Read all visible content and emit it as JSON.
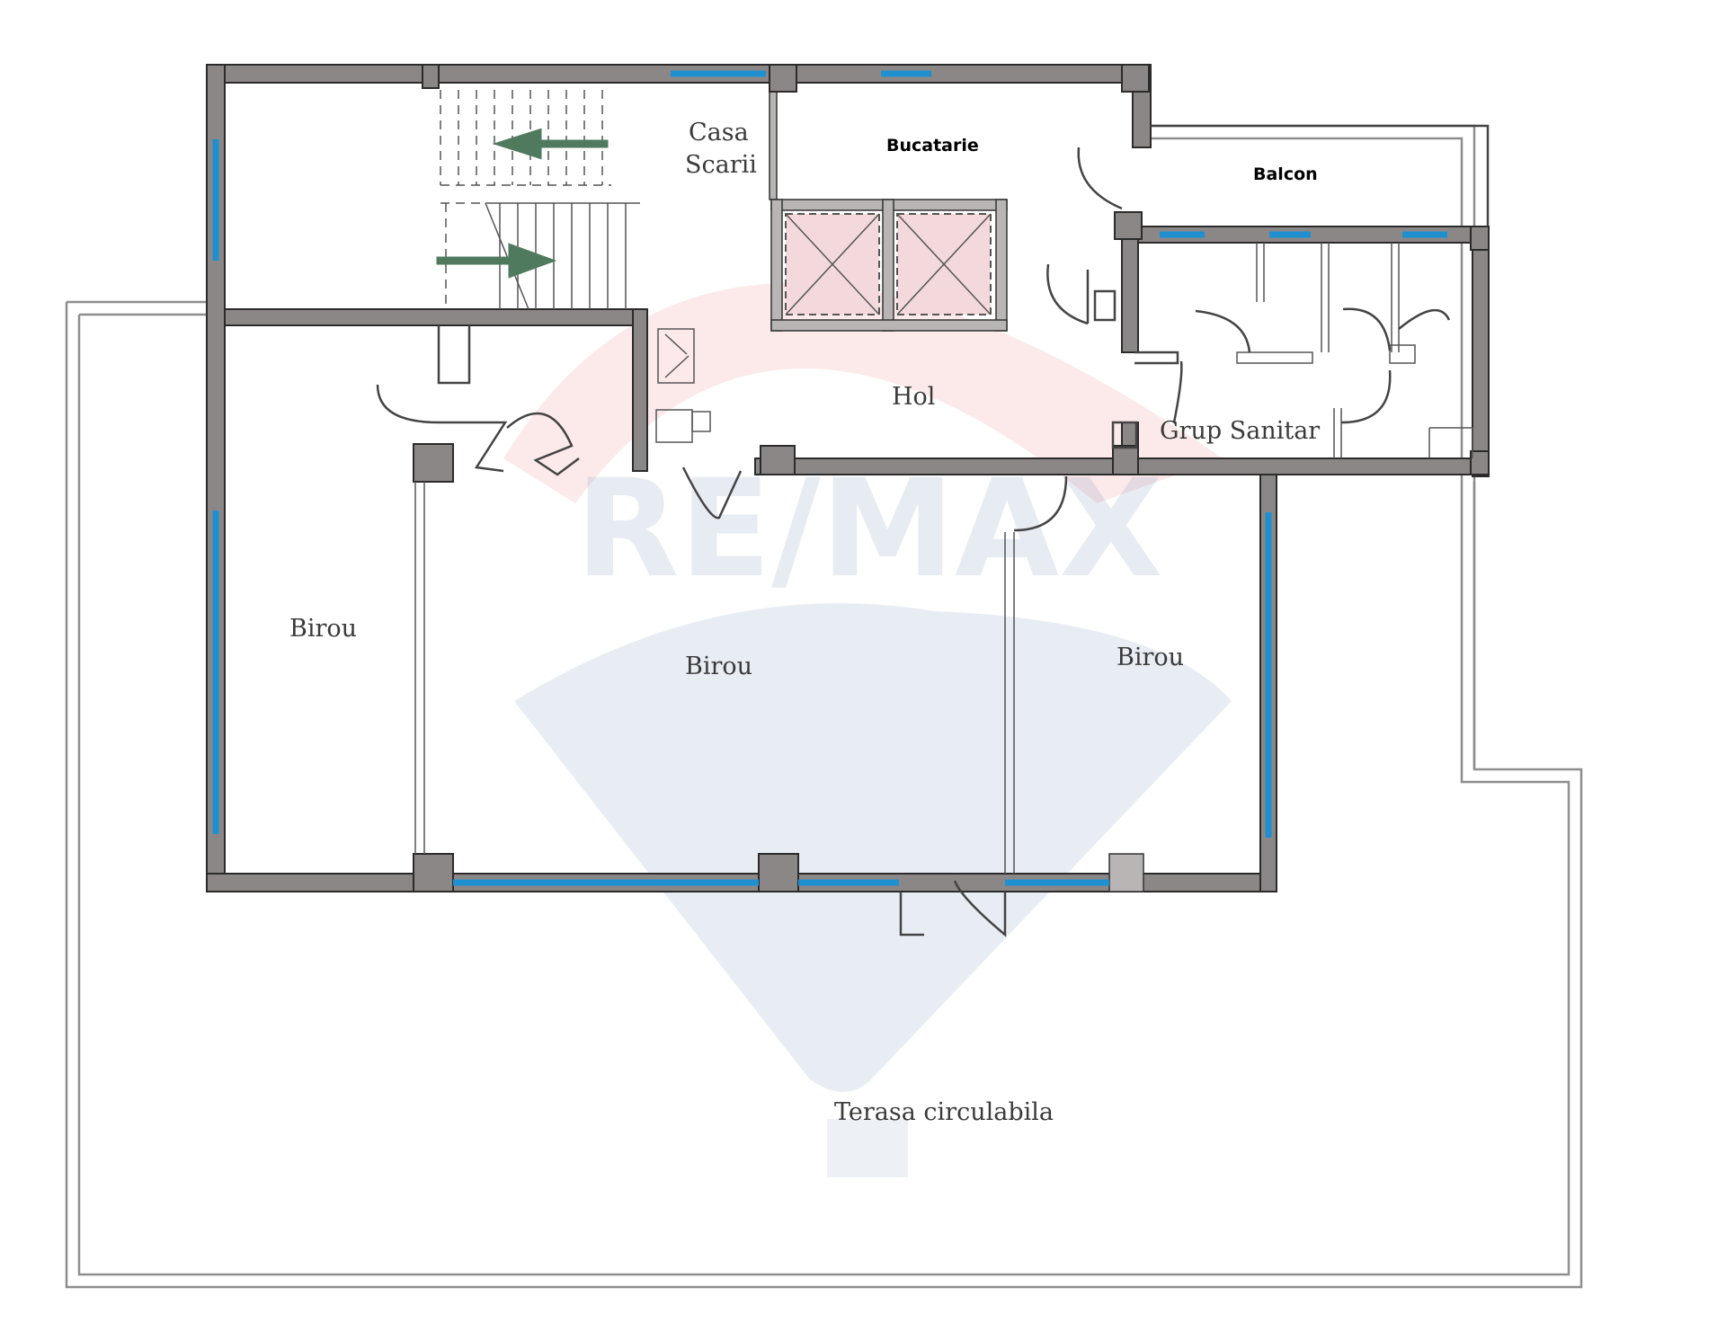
{
  "rooms": {
    "stair_line1": "Casa",
    "stair_line2": "Scarii",
    "kitchen": "Bucatarie",
    "balcony": "Balcon",
    "hall": "Hol",
    "bathroom": "Grup Sanitar",
    "office_left": "Birou",
    "office_center": "Birou",
    "office_right": "Birou",
    "terrace": "Terasa circulabila"
  },
  "watermark": {
    "brand": "RE/MAX"
  },
  "colors": {
    "window": "#1e90d0",
    "wall": "#8c8787",
    "arrow": "#4f7a5e",
    "watermark_red": "#e0322f",
    "watermark_blue": "#1d4f91"
  }
}
